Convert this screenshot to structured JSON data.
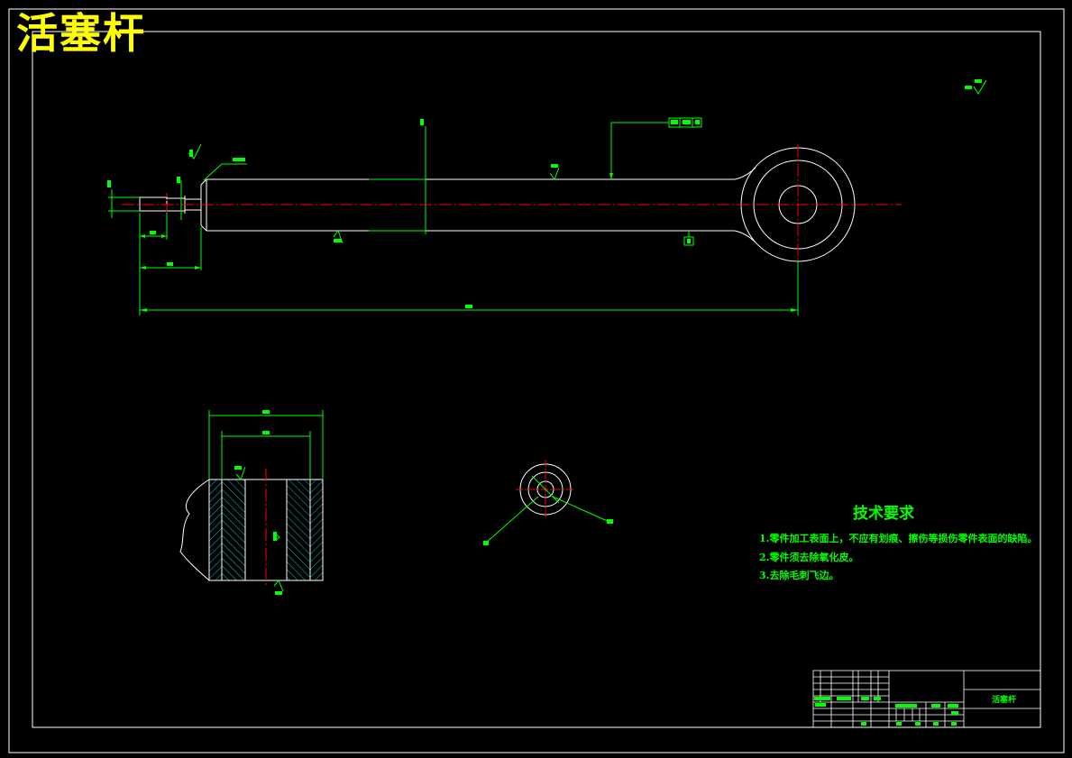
{
  "title": "活塞杆",
  "technical_requirements": {
    "heading": "技术要求",
    "items": [
      "1.零件加工表面上，不应有划痕、擦伤等损伤零件表面的缺陷。",
      "2.零件须去除氧化皮。",
      "3.去除毛刺飞边。"
    ]
  },
  "title_block": {
    "part_name": "活塞杆"
  },
  "colors": {
    "background": "#000000",
    "frame": "#ffffff",
    "outline": "#ffffff",
    "dimension": "#00ff00",
    "centerline": "#ff0000",
    "hatch": "#00ffff",
    "title_text": "#ffff00"
  }
}
